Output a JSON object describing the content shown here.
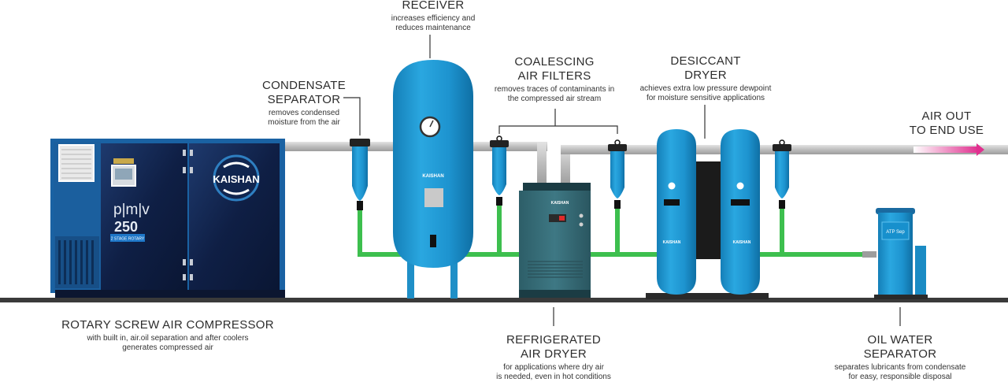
{
  "receiver": {
    "title": "RECEIVER",
    "desc": [
      "increases efficiency and",
      "reduces maintenance"
    ]
  },
  "condensate_separator": {
    "title": [
      "CONDENSATE",
      "SEPARATOR"
    ],
    "desc": [
      "removes condensed",
      "moisture from the air"
    ]
  },
  "coalescing_filters": {
    "title": [
      "COALESCING",
      "AIR FILTERS"
    ],
    "desc": [
      "removes traces of contaminants in",
      "the compressed air stream"
    ]
  },
  "desiccant_dryer": {
    "title": [
      "DESICCANT",
      "DRYER"
    ],
    "desc": [
      "achieves extra low pressure dewpoint",
      "for moisture sensitive applications"
    ]
  },
  "air_out": {
    "title": [
      "AIR OUT",
      "TO END USE"
    ]
  },
  "compressor": {
    "title": "ROTARY SCREW AIR COMPRESSOR",
    "desc": [
      "with built in, air.oil separation and after coolers",
      "generates compressed air"
    ],
    "brand": "KAISHAN",
    "model_line": "p|m|v",
    "model_number": "250",
    "stage_label": "2 STAGE ROTARY"
  },
  "refrigerated_dryer": {
    "title": [
      "REFRIGERATED",
      "AIR DRYER"
    ],
    "desc": [
      "for applications where dry air",
      "is needed, even in hot conditions"
    ]
  },
  "oil_water_separator": {
    "title": [
      "OIL WATER",
      "SEPARATOR"
    ],
    "desc": [
      "separates lubricants from condensate",
      "for easy, responsible disposal"
    ],
    "unit_label": "ATP Sep"
  },
  "equipment_brand": "KAISHAN",
  "colors": {
    "pipe_gray": "#c9c9c9",
    "pipe_green": "#3dbf4e",
    "tank_blue": "#1e9ad6",
    "compressor_navy": "#12224a",
    "floor": "#3a3a3a",
    "air_out_arrow": "#e0308f"
  }
}
